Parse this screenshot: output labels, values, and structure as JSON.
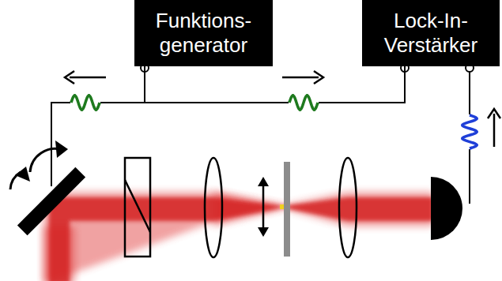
{
  "diagram": {
    "nodes": [
      {
        "text": [
          "Funktions- generator"
        ]
      },
      {
        "text": [
          "Lock-In- Verstärker"
        ]
      }
    ],
    "edges": [
      {
        "from": 0,
        "to": 1,
        "arrow": "none"
      }
    ]
  }
}
